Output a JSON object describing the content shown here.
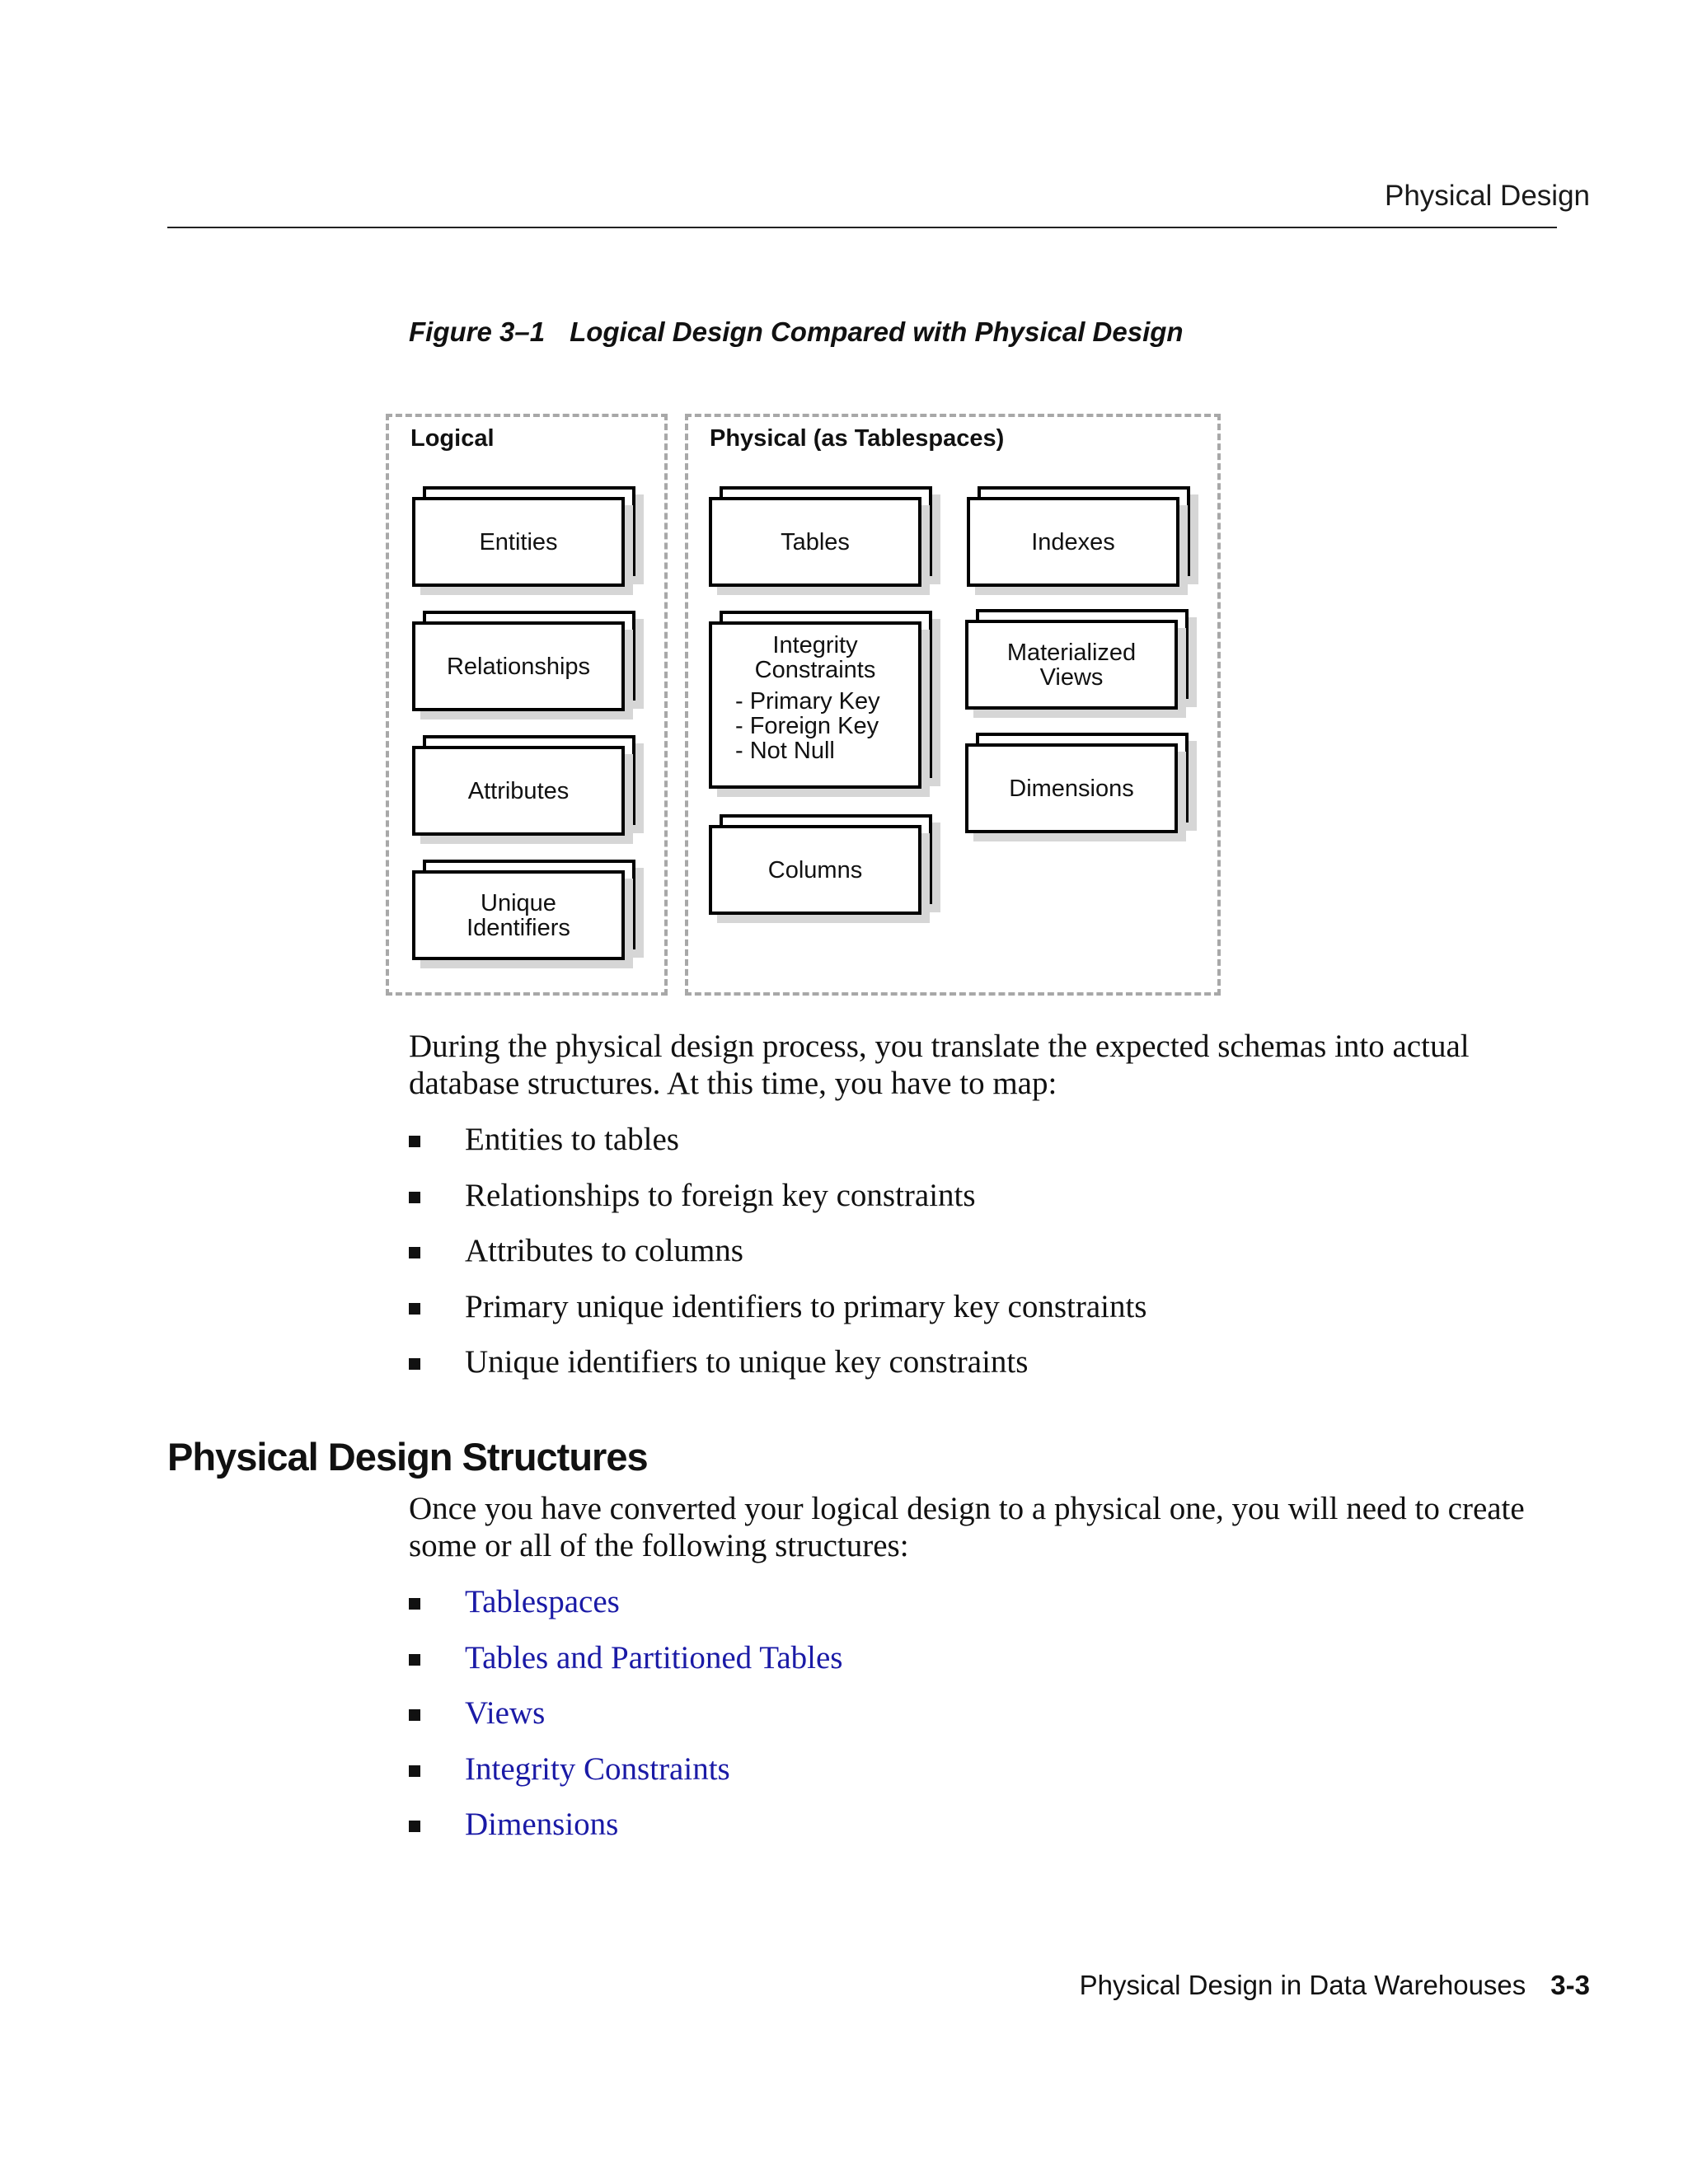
{
  "header": {
    "title": "Physical Design"
  },
  "figure": {
    "number": "Figure 3–1",
    "title": "Logical Design Compared with Physical Design",
    "logical": {
      "label": "Logical",
      "items": [
        "Entities",
        "Relationships",
        "Attributes",
        "Unique\nIdentifiers"
      ]
    },
    "physical": {
      "label": "Physical (as Tablespaces)",
      "tables": "Tables",
      "integrity": {
        "title": "Integrity\nConstraints",
        "items": [
          "- Primary Key",
          "- Foreign Key",
          "- Not Null"
        ]
      },
      "columns": "Columns",
      "indexes": "Indexes",
      "materialized_views": "Materialized\nViews",
      "dimensions": "Dimensions"
    }
  },
  "intro_paragraph": "During the physical design process, you translate the expected schemas into actual database structures. At this time, you have to map:",
  "mapping_list": [
    "Entities to tables",
    "Relationships to foreign key constraints",
    "Attributes to columns",
    "Primary unique identifiers to primary key constraints",
    "Unique identifiers to unique key constraints"
  ],
  "section": {
    "heading": "Physical Design Structures",
    "paragraph": "Once you have converted your logical design to a physical one, you will need to create some or all of the following structures:",
    "links": [
      "Tablespaces",
      "Tables and Partitioned Tables",
      "Views",
      "Integrity Constraints",
      "Dimensions"
    ]
  },
  "footer": {
    "title": "Physical Design in Data Warehouses",
    "page": "3-3"
  }
}
